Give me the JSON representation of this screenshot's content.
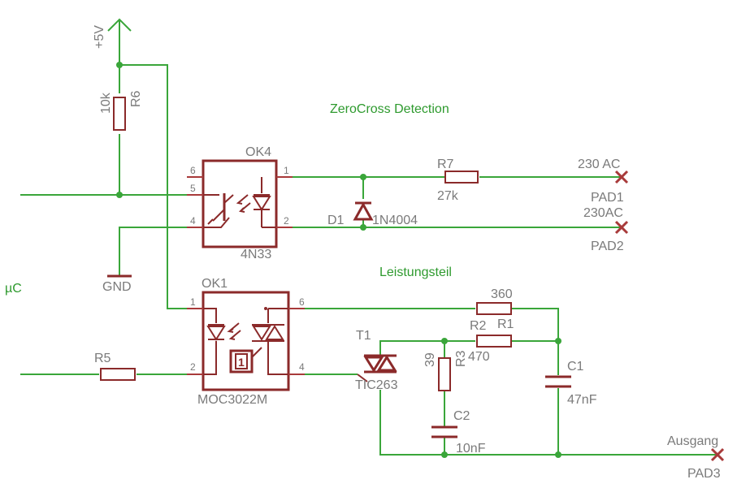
{
  "labels": {
    "vcc": "+5V",
    "gnd": "GND",
    "uc": "µC",
    "zero_cross": "ZeroCross Detection",
    "power_section": "Leistungsteil"
  },
  "parts": {
    "r6_name": "R6",
    "r6_value": "10k",
    "ok4_name": "OK4",
    "ok4_type": "4N33",
    "r7_name": "R7",
    "r7_value": "27k",
    "d1_name": "D1",
    "d1_type": "1N4004",
    "ok1_name": "OK1",
    "ok1_type": "MOC3022M",
    "r5_name": "R5",
    "r1_value": "360",
    "r2_name": "R2",
    "r1_name": "R1",
    "r3_value": "470",
    "r3_name": "R3",
    "r3b_value": "39",
    "t1_name": "T1",
    "t1_type": "TIC263",
    "c1_name": "C1",
    "c1_value": "47nF",
    "c2_name": "C2",
    "c2_value": "10nF",
    "zc_symbol": "1"
  },
  "pins": {
    "ok4_p6": "6",
    "ok4_p5": "5",
    "ok4_p4": "4",
    "ok4_p1": "1",
    "ok4_p2": "2",
    "ok1_p1": "1",
    "ok1_p2": "2",
    "ok1_p6": "6",
    "ok1_p4": "4"
  },
  "pads": {
    "pad1_label": "230 AC",
    "pad1_name": "PAD1",
    "pad2_label": "230AC",
    "pad2_name": "PAD2",
    "pad3_label": "Ausgang",
    "pad3_name": "PAD3"
  },
  "colors": {
    "wire": "#3aa63a",
    "part": "#8b2a2a",
    "text": "#7a7a7a",
    "section_text": "#2e9a2e"
  }
}
